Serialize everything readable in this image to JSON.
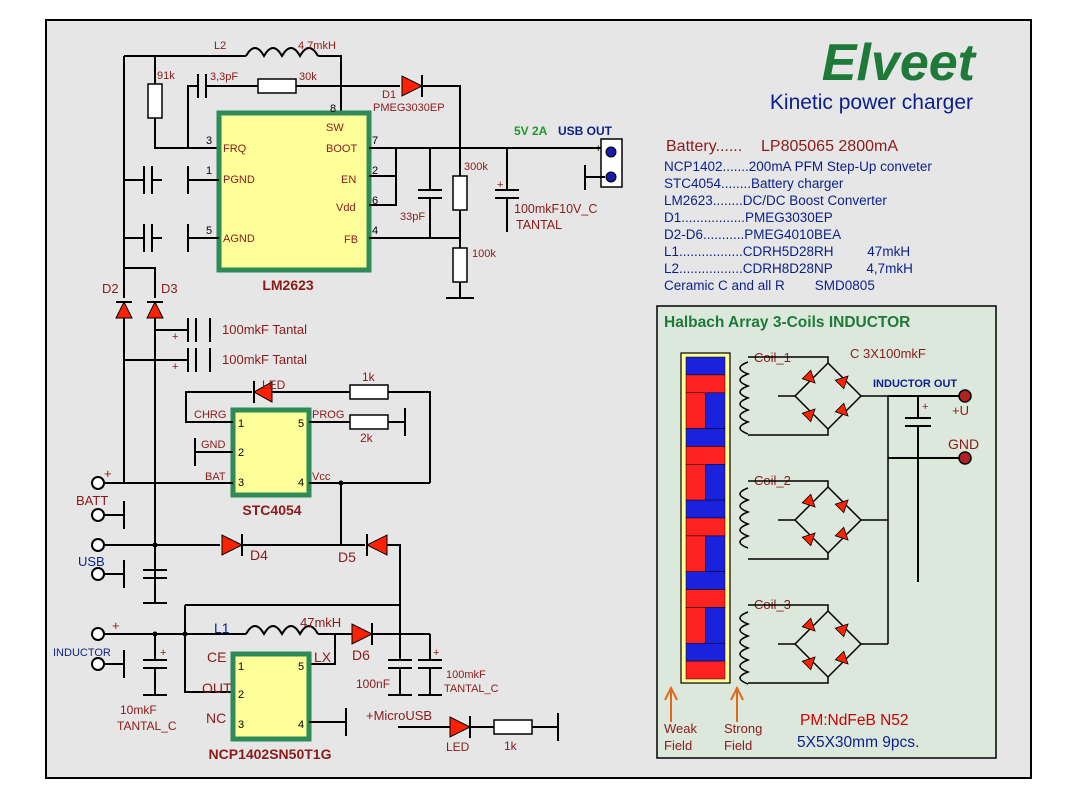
{
  "title": "Elveet",
  "subtitle": "Kinetic power charger",
  "colors": {
    "title_green": "#1f7a3a",
    "chip_fill": "#ffff99",
    "chip_border": "#2e8b57",
    "label_red": "#8b1a1a",
    "label_blue": "#0b1f8c",
    "panel_bg": "#dde8dd",
    "magnet_red": "#ff2222",
    "magnet_blue": "#1a22dd"
  },
  "bom": {
    "battery": {
      "key": "Battery......",
      "value": "LP805065 2800mA"
    },
    "lines": [
      "NCP1402.......200mA PFM Step-Up conveter",
      "STC4054........Battery charger",
      "LM2623........DC/DC Boost Converter",
      "D1.................PMEG3030EP",
      "D2-D6...........PMEG4010BEA",
      "L1.................CDRH5D28RH         47mkH",
      "L2.................CDRH8D28NP         4,7mkH",
      "Ceramic C and all R        SMD0805"
    ]
  },
  "usb_out": {
    "rating": "5V 2A",
    "label": "USB OUT",
    "plus": "+",
    "minus": "-"
  },
  "lm2623": {
    "name": "LM2623",
    "pins": {
      "sw": "SW",
      "frq": "FRQ",
      "boot": "BOOT",
      "pgnd": "PGND",
      "en": "EN",
      "vdd": "Vdd",
      "agnd": "AGND",
      "fb": "FB"
    },
    "pin_numbers": {
      "sw": "8",
      "frq": "3",
      "boot": "7",
      "pgnd": "1",
      "en": "2",
      "vdd": "6",
      "agnd": "5",
      "fb": "4"
    },
    "parts": {
      "l2": "L2",
      "l2_value": "4,7mkH",
      "r91k": "91k",
      "c3p3": "3,3pF",
      "r30k": "30k",
      "d1": "D1",
      "d1_part": "PMEG3030EP",
      "c33p": "33pF",
      "r300k": "300k",
      "r100k": "100k",
      "cout": "100mkF10V_C",
      "cout_type": "TANTAL",
      "plus": "+"
    }
  },
  "diodes": {
    "d2": "D2",
    "d3": "D3",
    "tantal1": "100mkF Tantal",
    "tantal2": "100mkF Tantal",
    "plus1": "+",
    "plus2": "+"
  },
  "stc4054": {
    "name": "STC4054",
    "pins": {
      "chrg": "CHRG",
      "prog": "PROG",
      "gnd": "GND",
      "bat": "BAT",
      "vcc": "Vcc"
    },
    "pin_numbers": {
      "chrg": "1",
      "prog": "5",
      "gnd": "2",
      "bat": "3",
      "vcc": "4"
    },
    "parts": {
      "led": "LED",
      "r1k": "1k",
      "r2k": "2k"
    }
  },
  "terminals": {
    "batt": "BATT",
    "batt_plus": "+",
    "usb": "USB",
    "inductor": "INDUCTOR",
    "inductor_plus": "+",
    "micro_usb": "+MicroUSB"
  },
  "mid": {
    "d4": "D4",
    "d5": "D5"
  },
  "ncp1402": {
    "name": "NCP1402SN50T1G",
    "pins": {
      "ce": "CE",
      "lx": "LX",
      "out": "OUT",
      "nc": "NC"
    },
    "pin_numbers": {
      "ce": "1",
      "lx": "5",
      "out": "2",
      "nc": "3",
      "gnd": "4"
    },
    "parts": {
      "l1": "L1",
      "l1_value": "47mkH",
      "d6": "D6",
      "c_in": "10mkF",
      "c_in_type": "TANTAL_C",
      "c_100n": "100nF",
      "c_out": "100mkF",
      "c_out_type": "TANTAL_C",
      "led": "LED",
      "r1k": "1k",
      "plus1": "+",
      "plus2": "+"
    }
  },
  "halbach": {
    "title": "Halbach Array 3-Coils  INDUCTOR",
    "coil1": "Coil_1",
    "coil2": "Coil_2",
    "coil3": "Coil_3",
    "cap_label": "C  3X100mkF",
    "inductor_out": "INDUCTOR OUT",
    "plus_u": "+U",
    "plus": "+",
    "gnd": "GND",
    "weak_1": "Weak",
    "weak_2": "Field",
    "strong_1": "Strong",
    "strong_2": "Field",
    "pm_type": "PM:NdFeB N52",
    "pm_size": "5X5X30mm 9pcs."
  }
}
